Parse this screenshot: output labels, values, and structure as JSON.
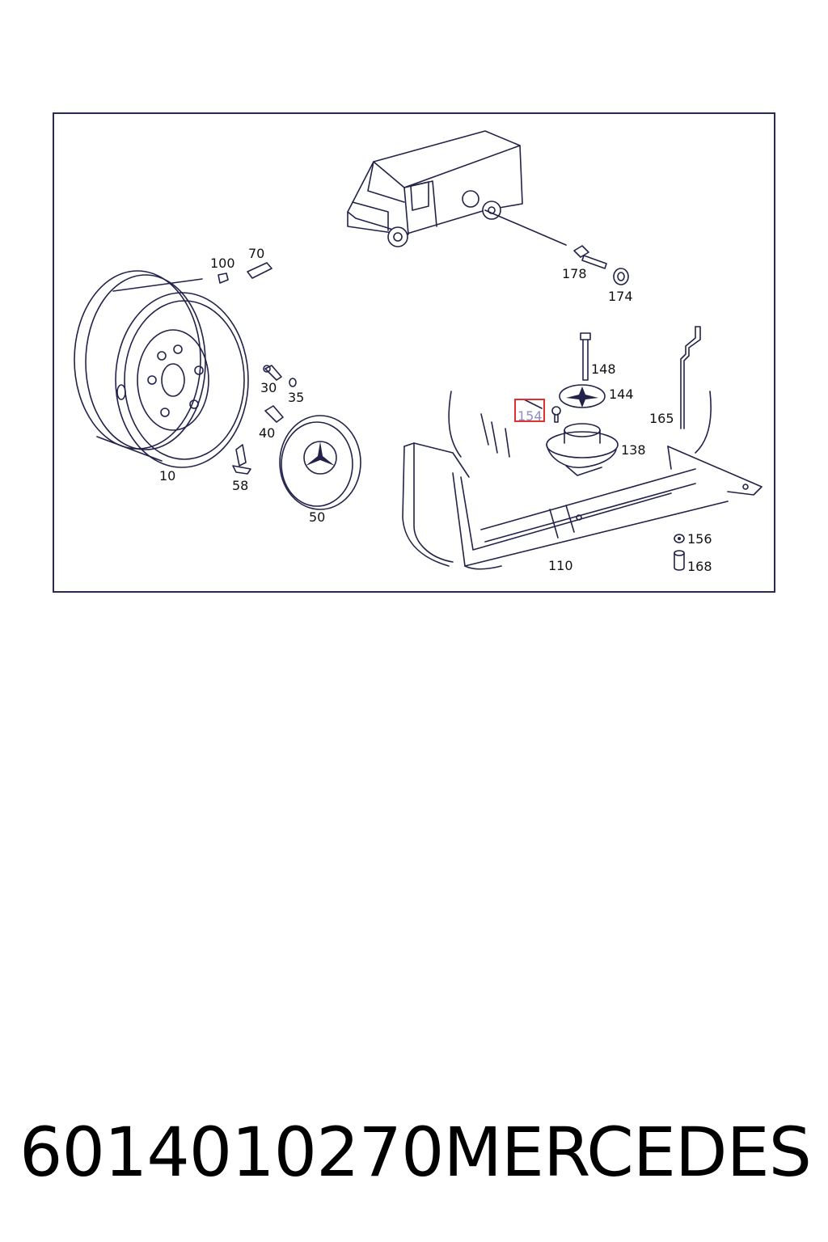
{
  "callouts": {
    "c100": "100",
    "c70": "70",
    "c178": "178",
    "c174": "174",
    "c148": "148",
    "c144": "144",
    "c154": "154",
    "c165": "165",
    "c138": "138",
    "c30": "30",
    "c35": "35",
    "c40": "40",
    "c10": "10",
    "c58": "58",
    "c50": "50",
    "c156": "156",
    "c168": "168",
    "c110": "110"
  },
  "highlight": {
    "callout": "154",
    "color": "#e03030"
  },
  "caption": {
    "part_number": "6014010270",
    "brand": "MERCEDES"
  }
}
